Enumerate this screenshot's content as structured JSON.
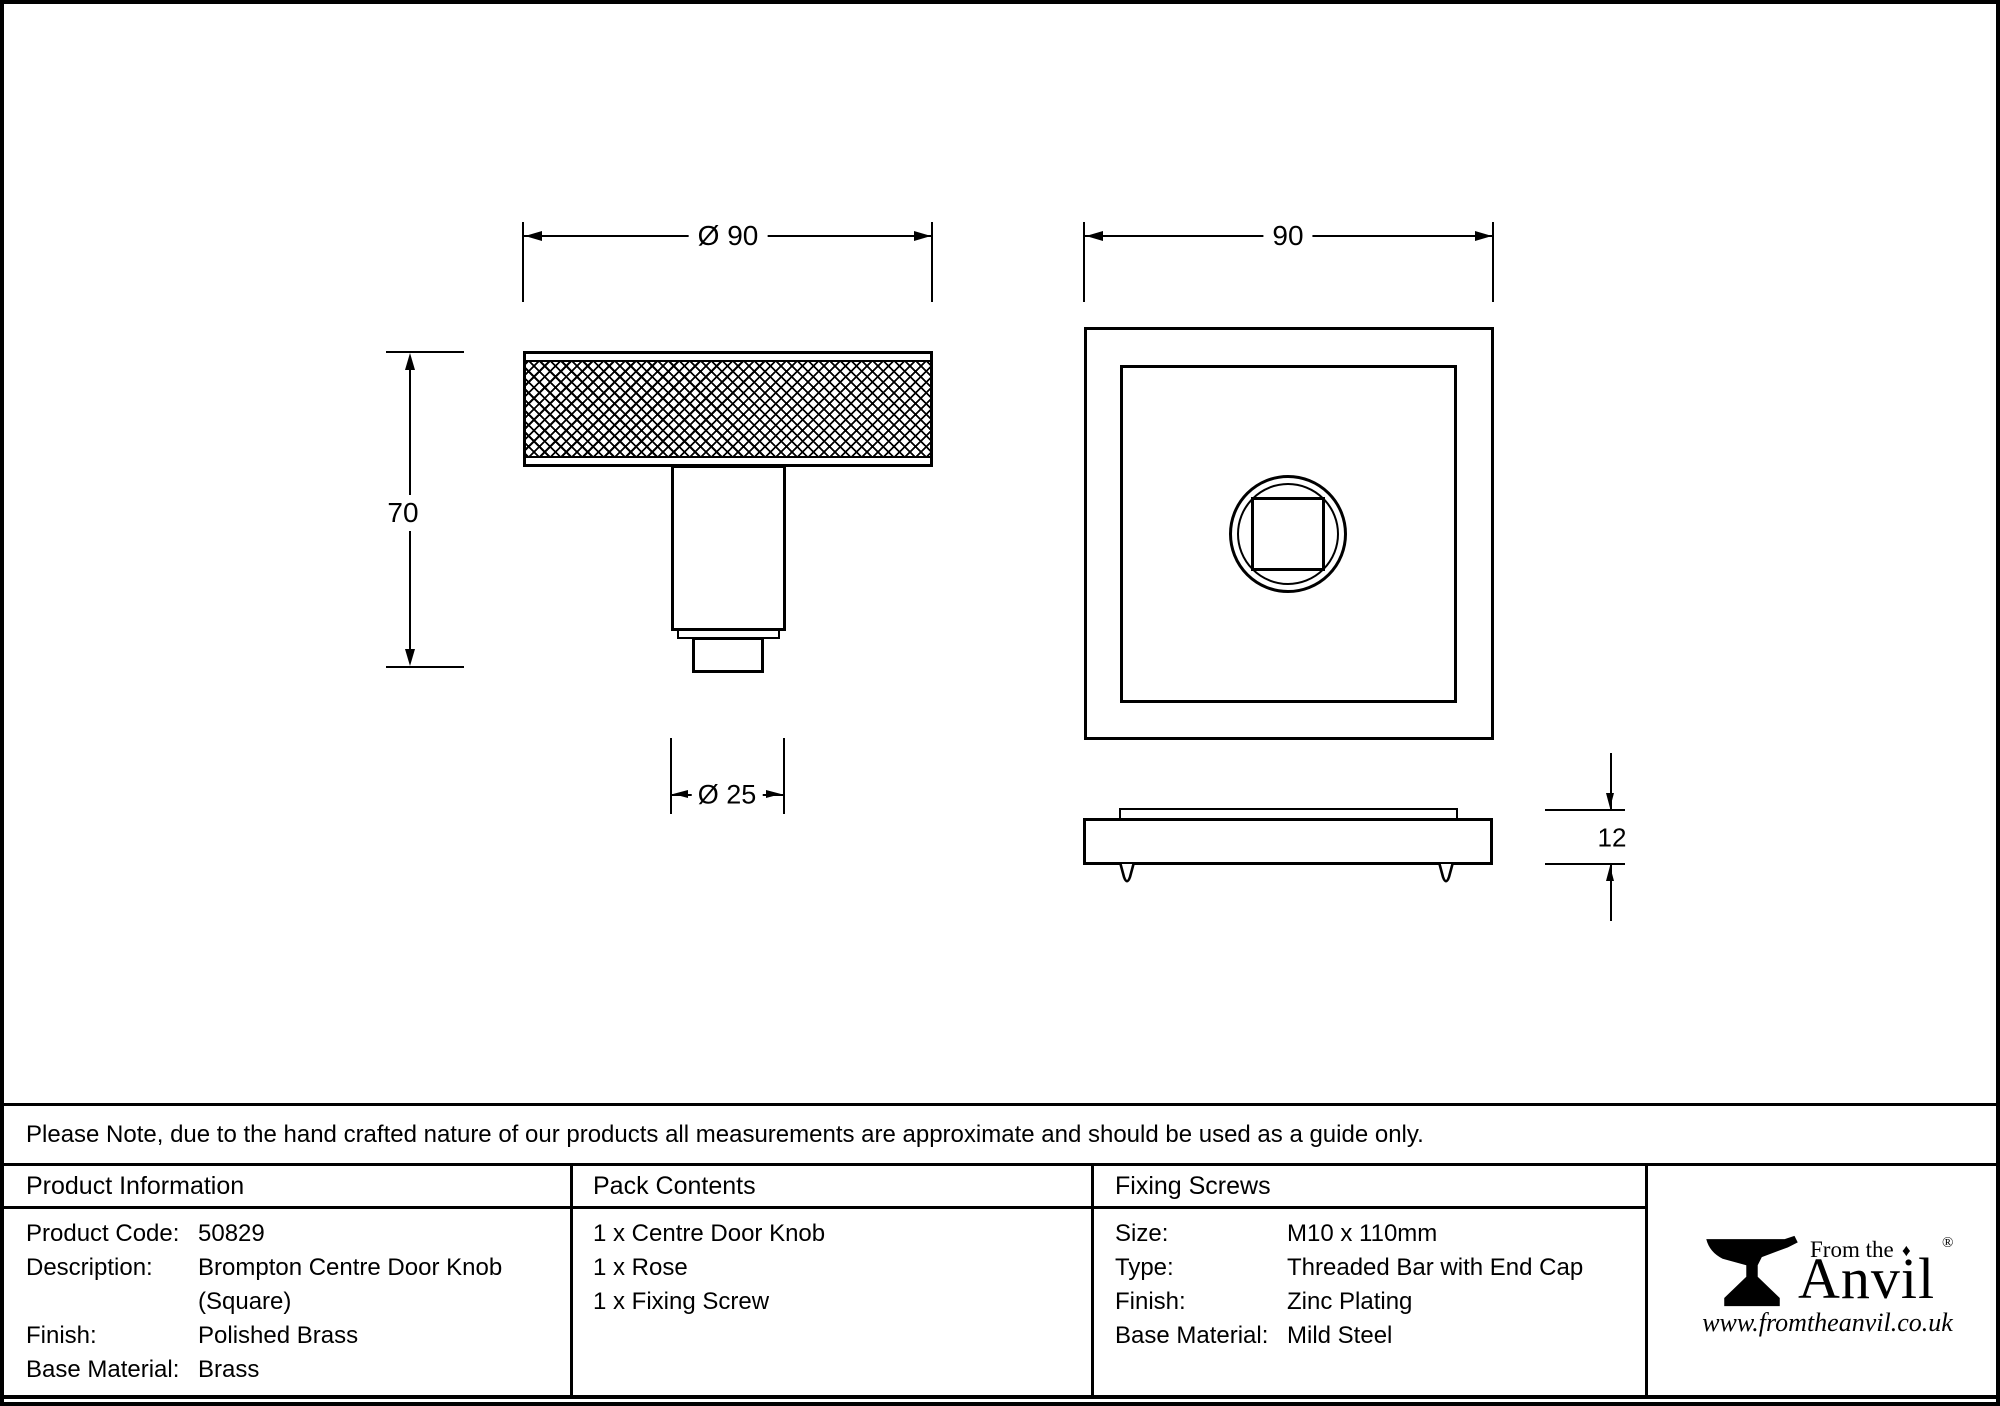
{
  "drawing": {
    "knob_side_view": {
      "dim_head_diameter": "Ø 90",
      "dim_height": "70",
      "dim_stem_diameter": "Ø 25"
    },
    "rose_front_view": {
      "dim_width": "90"
    },
    "rose_side_view": {
      "dim_thickness": "12"
    }
  },
  "note": "Please Note, due to the hand crafted nature of our products all measurements are approximate and should be used as a guide only.",
  "table": {
    "product_information": {
      "header": "Product Information",
      "rows": [
        {
          "label": "Product Code:",
          "value": "50829"
        },
        {
          "label": "Description:",
          "value": "Brompton Centre Door Knob"
        },
        {
          "label": "",
          "value": "(Square)"
        },
        {
          "label": "Finish:",
          "value": "Polished Brass"
        },
        {
          "label": "Base Material:",
          "value": "Brass"
        }
      ]
    },
    "pack_contents": {
      "header": "Pack Contents",
      "items": [
        "1 x Centre Door Knob",
        "1 x Rose",
        "1 x Fixing Screw"
      ]
    },
    "fixing_screws": {
      "header": "Fixing Screws",
      "rows": [
        {
          "label": "Size:",
          "value": "M10 x 110mm"
        },
        {
          "label": "Type:",
          "value": "Threaded Bar with End Cap"
        },
        {
          "label": "Finish:",
          "value": "Zinc Plating"
        },
        {
          "label": "Base Material:",
          "value": "Mild Steel"
        }
      ]
    }
  },
  "logo": {
    "brand_top": "From the",
    "diamond": "♦",
    "brand_main": "Anvil",
    "registered": "®",
    "website": "www.fromtheanvil.co.uk"
  },
  "colors": {
    "line": "#000000",
    "background": "#ffffff"
  }
}
